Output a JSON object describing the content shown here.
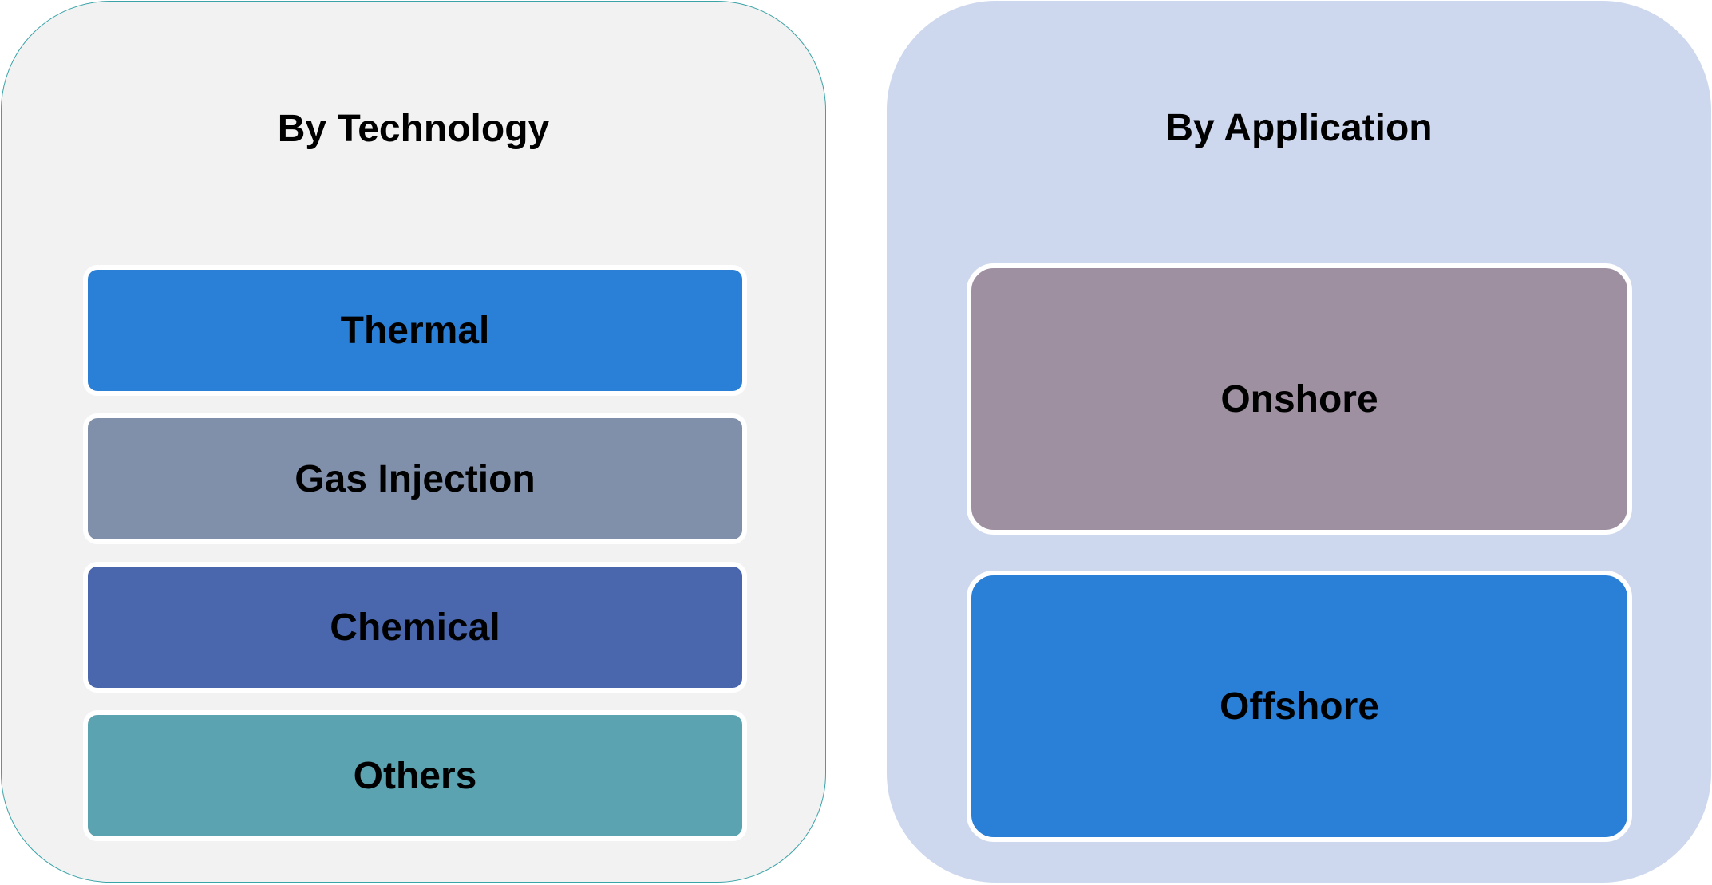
{
  "technology": {
    "title": "By Technology",
    "items": [
      {
        "label": "Thermal",
        "color": "#2a7fd6"
      },
      {
        "label": "Gas Injection",
        "color": "#8190aa"
      },
      {
        "label": "Chemical",
        "color": "#4a67ae"
      },
      {
        "label": "Others",
        "color": "#5ba3b0"
      }
    ]
  },
  "application": {
    "title": "By Application",
    "items": [
      {
        "label": "Onshore",
        "color": "#9e90a0"
      },
      {
        "label": "Offshore",
        "color": "#2a7fd6"
      }
    ]
  }
}
